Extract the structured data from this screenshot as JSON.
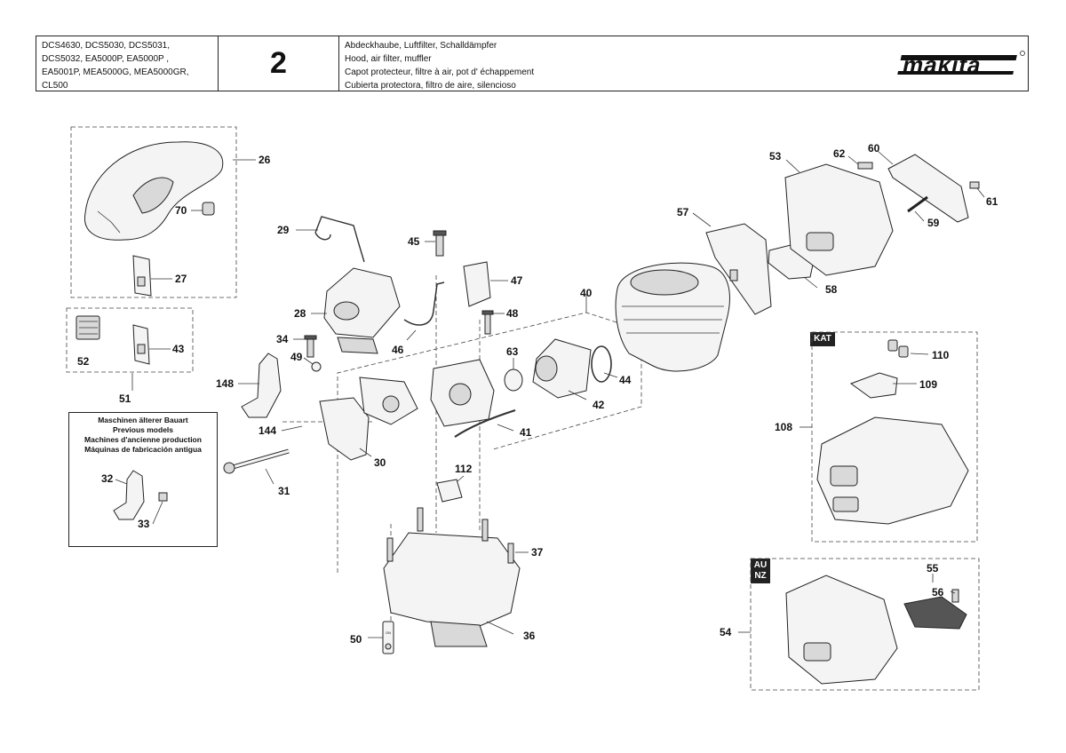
{
  "header": {
    "models": [
      "DCS4630, DCS5030, DCS5031,",
      "DCS5032, EA5000P, EA5000P ,",
      "EA5001P, MEA5000G, MEA5000GR,",
      "CL500"
    ],
    "page_number": "2",
    "titles": [
      "Abdeckhaube, Luftfilter, Schalldämpfer",
      "Hood, air filter, muffler",
      "Capot protecteur, filtre à air, pot d' échappement",
      "Cubierta protectora, filtro de aire, silencioso"
    ],
    "brand": "makita"
  },
  "previous_models_box": {
    "lines": [
      "Maschinen älterer Bauart",
      "Previous models",
      "Machines d'ancienne production",
      "Máquinas de fabricación antigua"
    ],
    "parts": [
      "32",
      "33"
    ]
  },
  "kat_badge": "KAT",
  "aunz_badge": [
    "AU",
    "NZ"
  ],
  "part_labels": {
    "p26": "26",
    "p70": "70",
    "p27": "27",
    "p52": "52",
    "p43": "43",
    "p51": "51",
    "p29": "29",
    "p45": "45",
    "p47": "47",
    "p48": "48",
    "p28": "28",
    "p46": "46",
    "p34": "34",
    "p49": "49",
    "p148": "148",
    "p144": "144",
    "p30": "30",
    "p31": "31",
    "p63": "63",
    "p40": "40",
    "p44": "44",
    "p42": "42",
    "p41": "41",
    "p112": "112",
    "p37": "37",
    "p36": "36",
    "p50": "50",
    "p57": "57",
    "p53": "53",
    "p62": "62",
    "p60": "60",
    "p61": "61",
    "p59": "59",
    "p58": "58",
    "p110": "110",
    "p109": "109",
    "p108": "108",
    "p55": "55",
    "p56": "56",
    "p54": "54"
  },
  "switch_labels": [
    "ON"
  ]
}
